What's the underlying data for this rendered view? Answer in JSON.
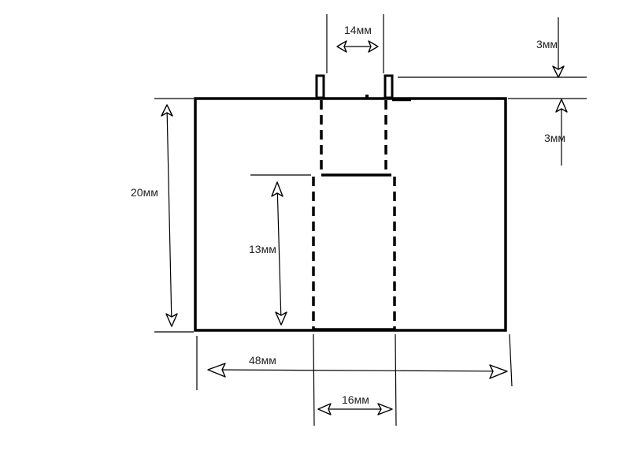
{
  "dimensions": {
    "top_gap_width": "14мм",
    "top_pin_height": "3мм",
    "upper_recess_depth": "3мм",
    "total_height": "20мм",
    "inner_slot_height": "13мм",
    "total_width": "48мм",
    "slot_width": "16мм"
  },
  "colors": {
    "stroke": "#000000",
    "background": "#ffffff",
    "label": "#222222"
  }
}
